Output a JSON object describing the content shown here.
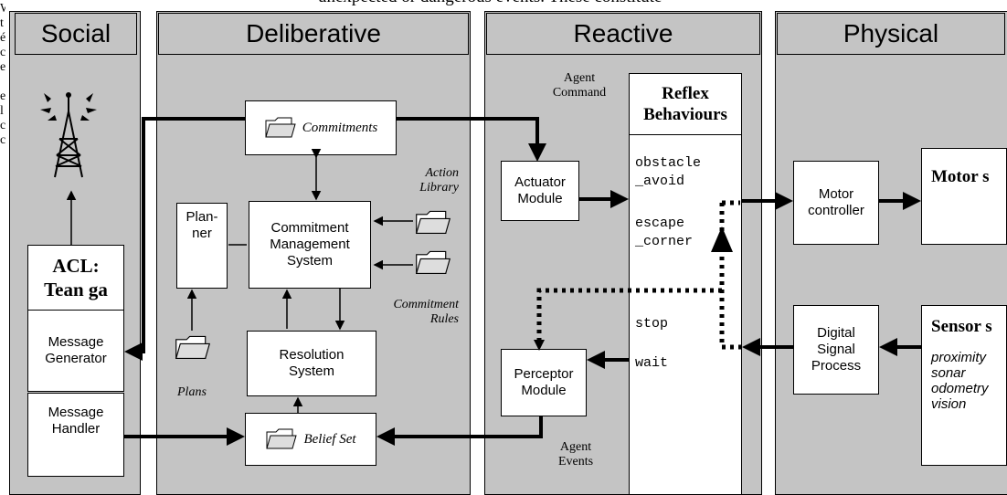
{
  "top_text": "unexpected or dangerous events. These constitute",
  "left_snippet": [
    "W",
    "t",
    "é",
    "c",
    "e",
    "",
    "e",
    "l",
    "c",
    "c"
  ],
  "columns": {
    "social": "Social",
    "deliberative": "Deliberative",
    "reactive": "Reactive",
    "physical": "Physical"
  },
  "social": {
    "acl_title": "ACL:",
    "acl_sub": "Tean ga",
    "message_generator": [
      "Message",
      "Generator"
    ],
    "message_handler": [
      "Message",
      "Handler"
    ]
  },
  "deliberative": {
    "commitments": "Commitments",
    "planner": [
      "Plan-",
      "ner"
    ],
    "cms": [
      "Commitment",
      "Management",
      "System"
    ],
    "resolution": [
      "Resolution",
      "System"
    ],
    "belief_set": "Belief Set",
    "action_library": [
      "Action",
      "Library"
    ],
    "commitment_rules": [
      "Commitment",
      "Rules"
    ],
    "plans": "Plans"
  },
  "reactive": {
    "agent_command": [
      "Agent",
      "Command"
    ],
    "agent_events": [
      "Agent",
      "Events"
    ],
    "actuator": [
      "Actuator",
      "Module"
    ],
    "perceptor": [
      "Perceptor",
      "Module"
    ],
    "reflex_title": [
      "Reflex",
      "Behaviours"
    ],
    "behaviours": [
      "obstacle",
      "_avoid",
      "escape",
      "_corner",
      "stop",
      "wait"
    ]
  },
  "physical": {
    "motor_controller": [
      "Motor",
      "controller"
    ],
    "motors": "Motor s",
    "dsp": [
      "Digital",
      "Signal",
      "Process"
    ],
    "sensors": "Sensor s",
    "sensor_types": [
      "proximity",
      "sonar",
      "odometry",
      "vision"
    ]
  }
}
